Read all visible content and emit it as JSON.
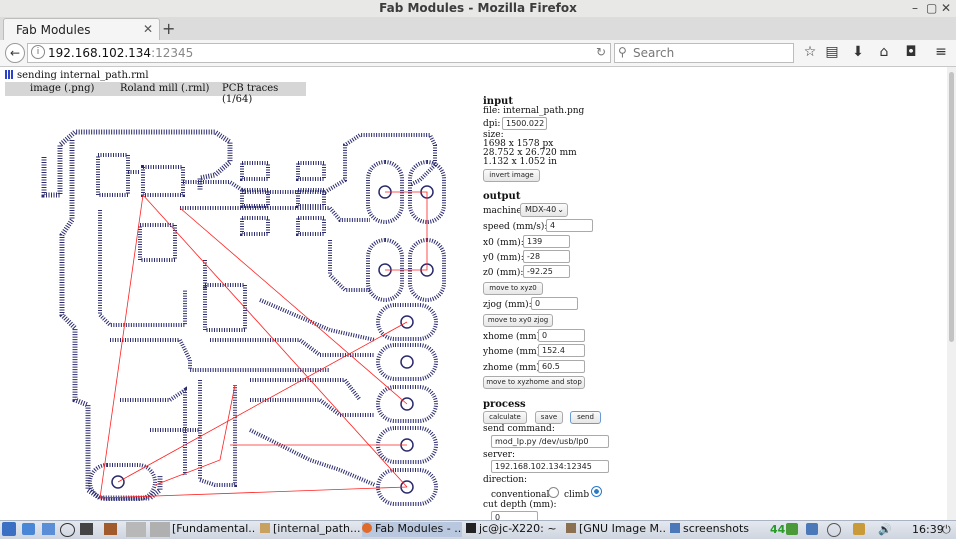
{
  "window": {
    "title": "Fab Modules - Mozilla Firefox"
  },
  "browser": {
    "tab_title": "Fab Modules",
    "url_host": "192.168.102.134",
    "url_port": ":12345",
    "search_placeholder": "Search"
  },
  "page": {
    "status_text": "sending internal_path.rml",
    "view_tabs": [
      "image (.png)",
      "Roland mill (.rml)",
      "PCB traces (1/64)"
    ]
  },
  "panel": {
    "input": {
      "header": "input",
      "file_line": "file: internal_path.png",
      "dpi_label": "dpi:",
      "dpi_value": "1500.022",
      "size_label": "size:",
      "size_px": "1698 x 1578 px",
      "size_mm": "28.752 x 26.720 mm",
      "size_in": "1.132 x 1.052 in",
      "invert_button": "invert image"
    },
    "output": {
      "header": "output",
      "machine_label": "machine",
      "machine_value": "MDX-40",
      "speed_label": "speed (mm/s):",
      "speed_value": "4",
      "x0_label": "x0 (mm):",
      "x0_value": "139",
      "y0_label": "y0 (mm):",
      "y0_value": "-28",
      "z0_label": "z0 (mm):",
      "z0_value": "-92.25",
      "move_xyz0_button": "move to xyz0",
      "zjog_label": "zjog (mm):",
      "zjog_value": "0",
      "move_xy0zjog_button": "move to xy0 zjog",
      "xhome_label": "xhome (mm):",
      "xhome_value": "0",
      "yhome_label": "yhome (mm):",
      "yhome_value": "152.4",
      "zhome_label": "zhome (mm):",
      "zhome_value": "60.5",
      "move_home_button": "move to xyzhome and stop"
    },
    "process": {
      "header": "process",
      "calculate_button": "calculate",
      "save_button": "save",
      "send_button": "send",
      "send_command_label": "send command:",
      "send_command_value": "mod_lp.py /dev/usb/lp0",
      "server_label": "server:",
      "server_value": "192.168.102.134:12345",
      "direction_label": "direction:",
      "conventional_label": "conventional",
      "climb_label": "climb",
      "direction_selected": "climb",
      "cut_depth_label": "cut depth (mm):",
      "cut_depth_value": "0"
    }
  },
  "taskbar": {
    "items": [
      "[Fundamental...",
      "[internal_path....",
      "Fab Modules - ...",
      "jc@jc-X220: ~",
      "[GNU Image M...",
      "screenshots"
    ],
    "battery": "44",
    "clock": "16:39"
  },
  "colors": {
    "toolpath": "#2b2b6e",
    "rapid_move": "#ff2020",
    "accent": "#2a7ac8"
  }
}
